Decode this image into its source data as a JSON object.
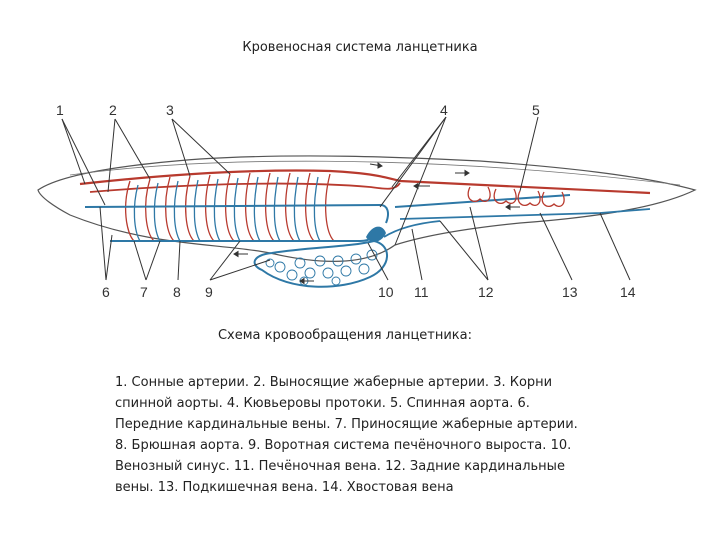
{
  "title": "Кровеносная система ланцетника",
  "subtitle": "Схема кровообращения ланцетника:",
  "legend": [
    "1. Сонные артерии.",
    "2. Выносящие жаберные артерии.",
    "3. Корни спинной аорты.",
    "4. Кювьеровы протоки.",
    "5. Спинная аорта.",
    "6. Передние кардинальные вены.",
    "7. Приносящие жаберные артерии.",
    "8. Брюшная аорта.",
    "9. Воротная система печёночного выроста.",
    "10. Венозный синус.",
    "11. Печёночная вена.",
    "12. Задние кардинальные вены.",
    "13. Подкишечная вена.",
    "14. Хвостовая вена"
  ],
  "labels_top": [
    "1",
    "2",
    "3",
    "4",
    "5"
  ],
  "labels_bottom": [
    "6",
    "7",
    "8",
    "9",
    "10",
    "11",
    "12",
    "13",
    "14"
  ],
  "colors": {
    "artery": "#b83a2e",
    "vein": "#2e78a6",
    "outline": "#555555"
  }
}
